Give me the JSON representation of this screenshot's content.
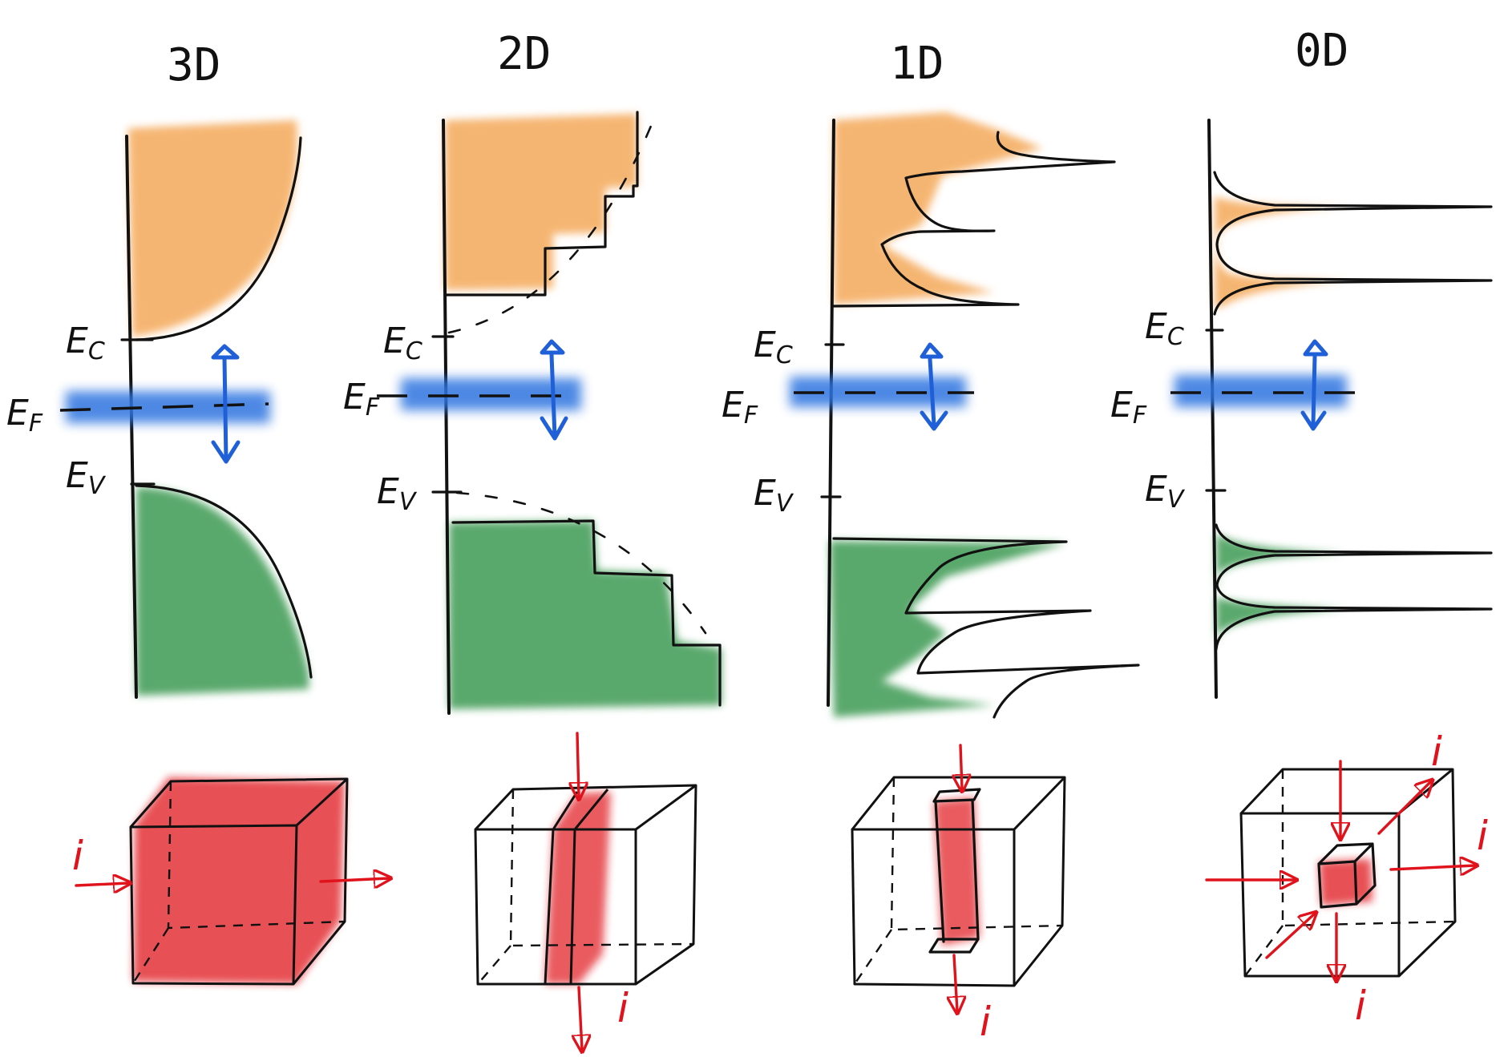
{
  "panels": [
    {
      "title": "3D",
      "ec": "E",
      "ec_sub": "C",
      "ef": "E",
      "ef_sub": "F",
      "ev": "E",
      "ev_sub": "V",
      "current": "i"
    },
    {
      "title": "2D",
      "ec": "E",
      "ec_sub": "C",
      "ef": "E",
      "ef_sub": "F",
      "ev": "E",
      "ev_sub": "V",
      "current": "i"
    },
    {
      "title": "1D",
      "ec": "E",
      "ec_sub": "C",
      "ef": "E",
      "ef_sub": "F",
      "ev": "E",
      "ev_sub": "V",
      "current": "i"
    },
    {
      "title": "0D",
      "ec": "E",
      "ec_sub": "C",
      "ef": "E",
      "ef_sub": "F",
      "ev": "E",
      "ev_sub": "V",
      "current": "i"
    }
  ],
  "colors": {
    "conduction_fill": "#f4a95a",
    "valence_fill": "#3e9a52",
    "fermi_band": "#2f74e0",
    "material": "#e0121b",
    "ink": "#111111"
  }
}
